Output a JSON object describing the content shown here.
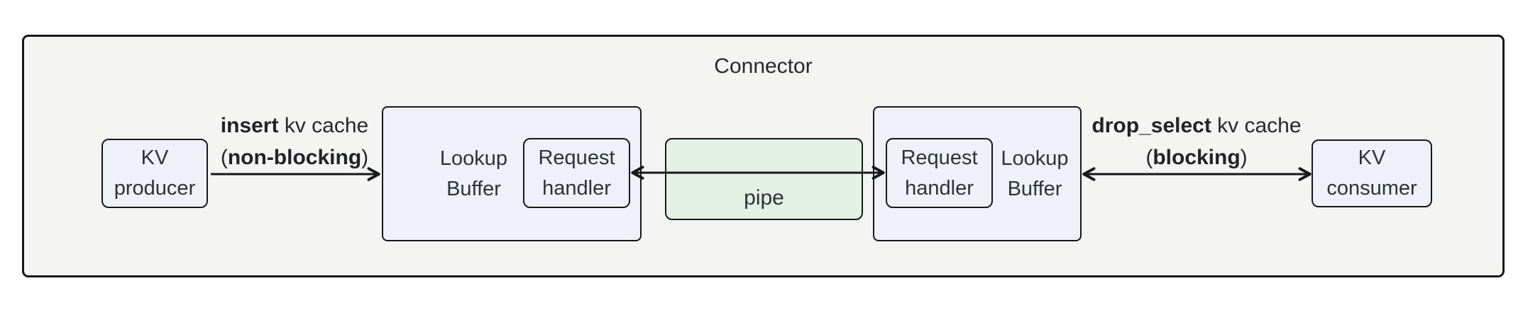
{
  "title": "Connector",
  "colors": {
    "page_bg": "#ffffff",
    "container_fill": "#f4f4f3",
    "node_fill": "#eef1fa",
    "pipe_fill": "#e3f1e5",
    "stroke": "#17181a",
    "node_text": "#2e3238",
    "label_text": "#26272c"
  },
  "nodes": {
    "kv_producer": {
      "line1": "KV",
      "line2": "producer"
    },
    "lookup_buffer_left": {
      "line1": "Lookup",
      "line2": "Buffer"
    },
    "request_handler_left": {
      "line1": "Request",
      "line2": "handler"
    },
    "pipe": {
      "label": "pipe"
    },
    "request_handler_right": {
      "line1": "Request",
      "line2": "handler"
    },
    "lookup_buffer_right": {
      "line1": "Lookup",
      "line2": "Buffer"
    },
    "kv_consumer": {
      "line1": "KV",
      "line2": "consumer"
    }
  },
  "edges": {
    "insert": {
      "keyword": "insert",
      "rest": " kv cache",
      "paren_open": "(",
      "mode": "non-blocking",
      "paren_close": ")"
    },
    "drop_select": {
      "keyword": "drop_select",
      "rest": " kv cache",
      "paren_open": "(",
      "mode": "blocking",
      "paren_close": ")"
    }
  }
}
